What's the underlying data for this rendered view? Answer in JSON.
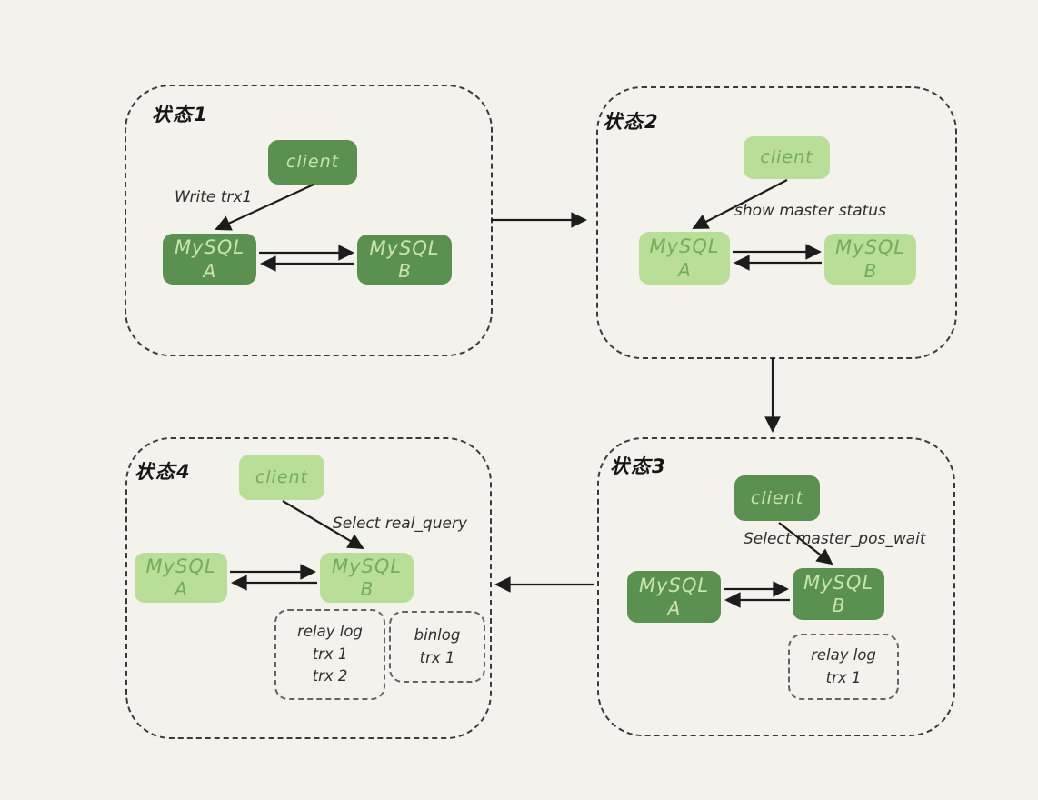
{
  "colors": {
    "background": "#f4f2ec",
    "box_dark_green": "#5b9150",
    "box_light_green": "#b9de97",
    "text_on_dark": "#c8e5ae",
    "text_on_light": "#76ac58",
    "ink": "#2b2b2b"
  },
  "panels": [
    {
      "title": "状态1",
      "client_label": "client",
      "action_label": "Write trx1",
      "node_a": {
        "line1": "MySQL",
        "line2": "A"
      },
      "node_b": {
        "line1": "MySQL",
        "line2": "B"
      }
    },
    {
      "title": "状态2",
      "client_label": "client",
      "action_label": "show master status",
      "node_a": {
        "line1": "MySQL",
        "line2": "A"
      },
      "node_b": {
        "line1": "MySQL",
        "line2": "B"
      }
    },
    {
      "title": "状态3",
      "client_label": "client",
      "action_label": "Select master_pos_wait",
      "node_a": {
        "line1": "MySQL",
        "line2": "A"
      },
      "node_b": {
        "line1": "MySQL",
        "line2": "B"
      },
      "relay_log": {
        "title": "relay log",
        "entries": [
          "trx 1"
        ]
      }
    },
    {
      "title": "状态4",
      "client_label": "client",
      "action_label": "Select real_query",
      "node_a": {
        "line1": "MySQL",
        "line2": "A"
      },
      "node_b": {
        "line1": "MySQL",
        "line2": "B"
      },
      "relay_log": {
        "title": "relay log",
        "entries": [
          "trx 1",
          "trx 2"
        ]
      },
      "binlog": {
        "title": "binlog",
        "entries": [
          "trx 1"
        ]
      }
    }
  ]
}
